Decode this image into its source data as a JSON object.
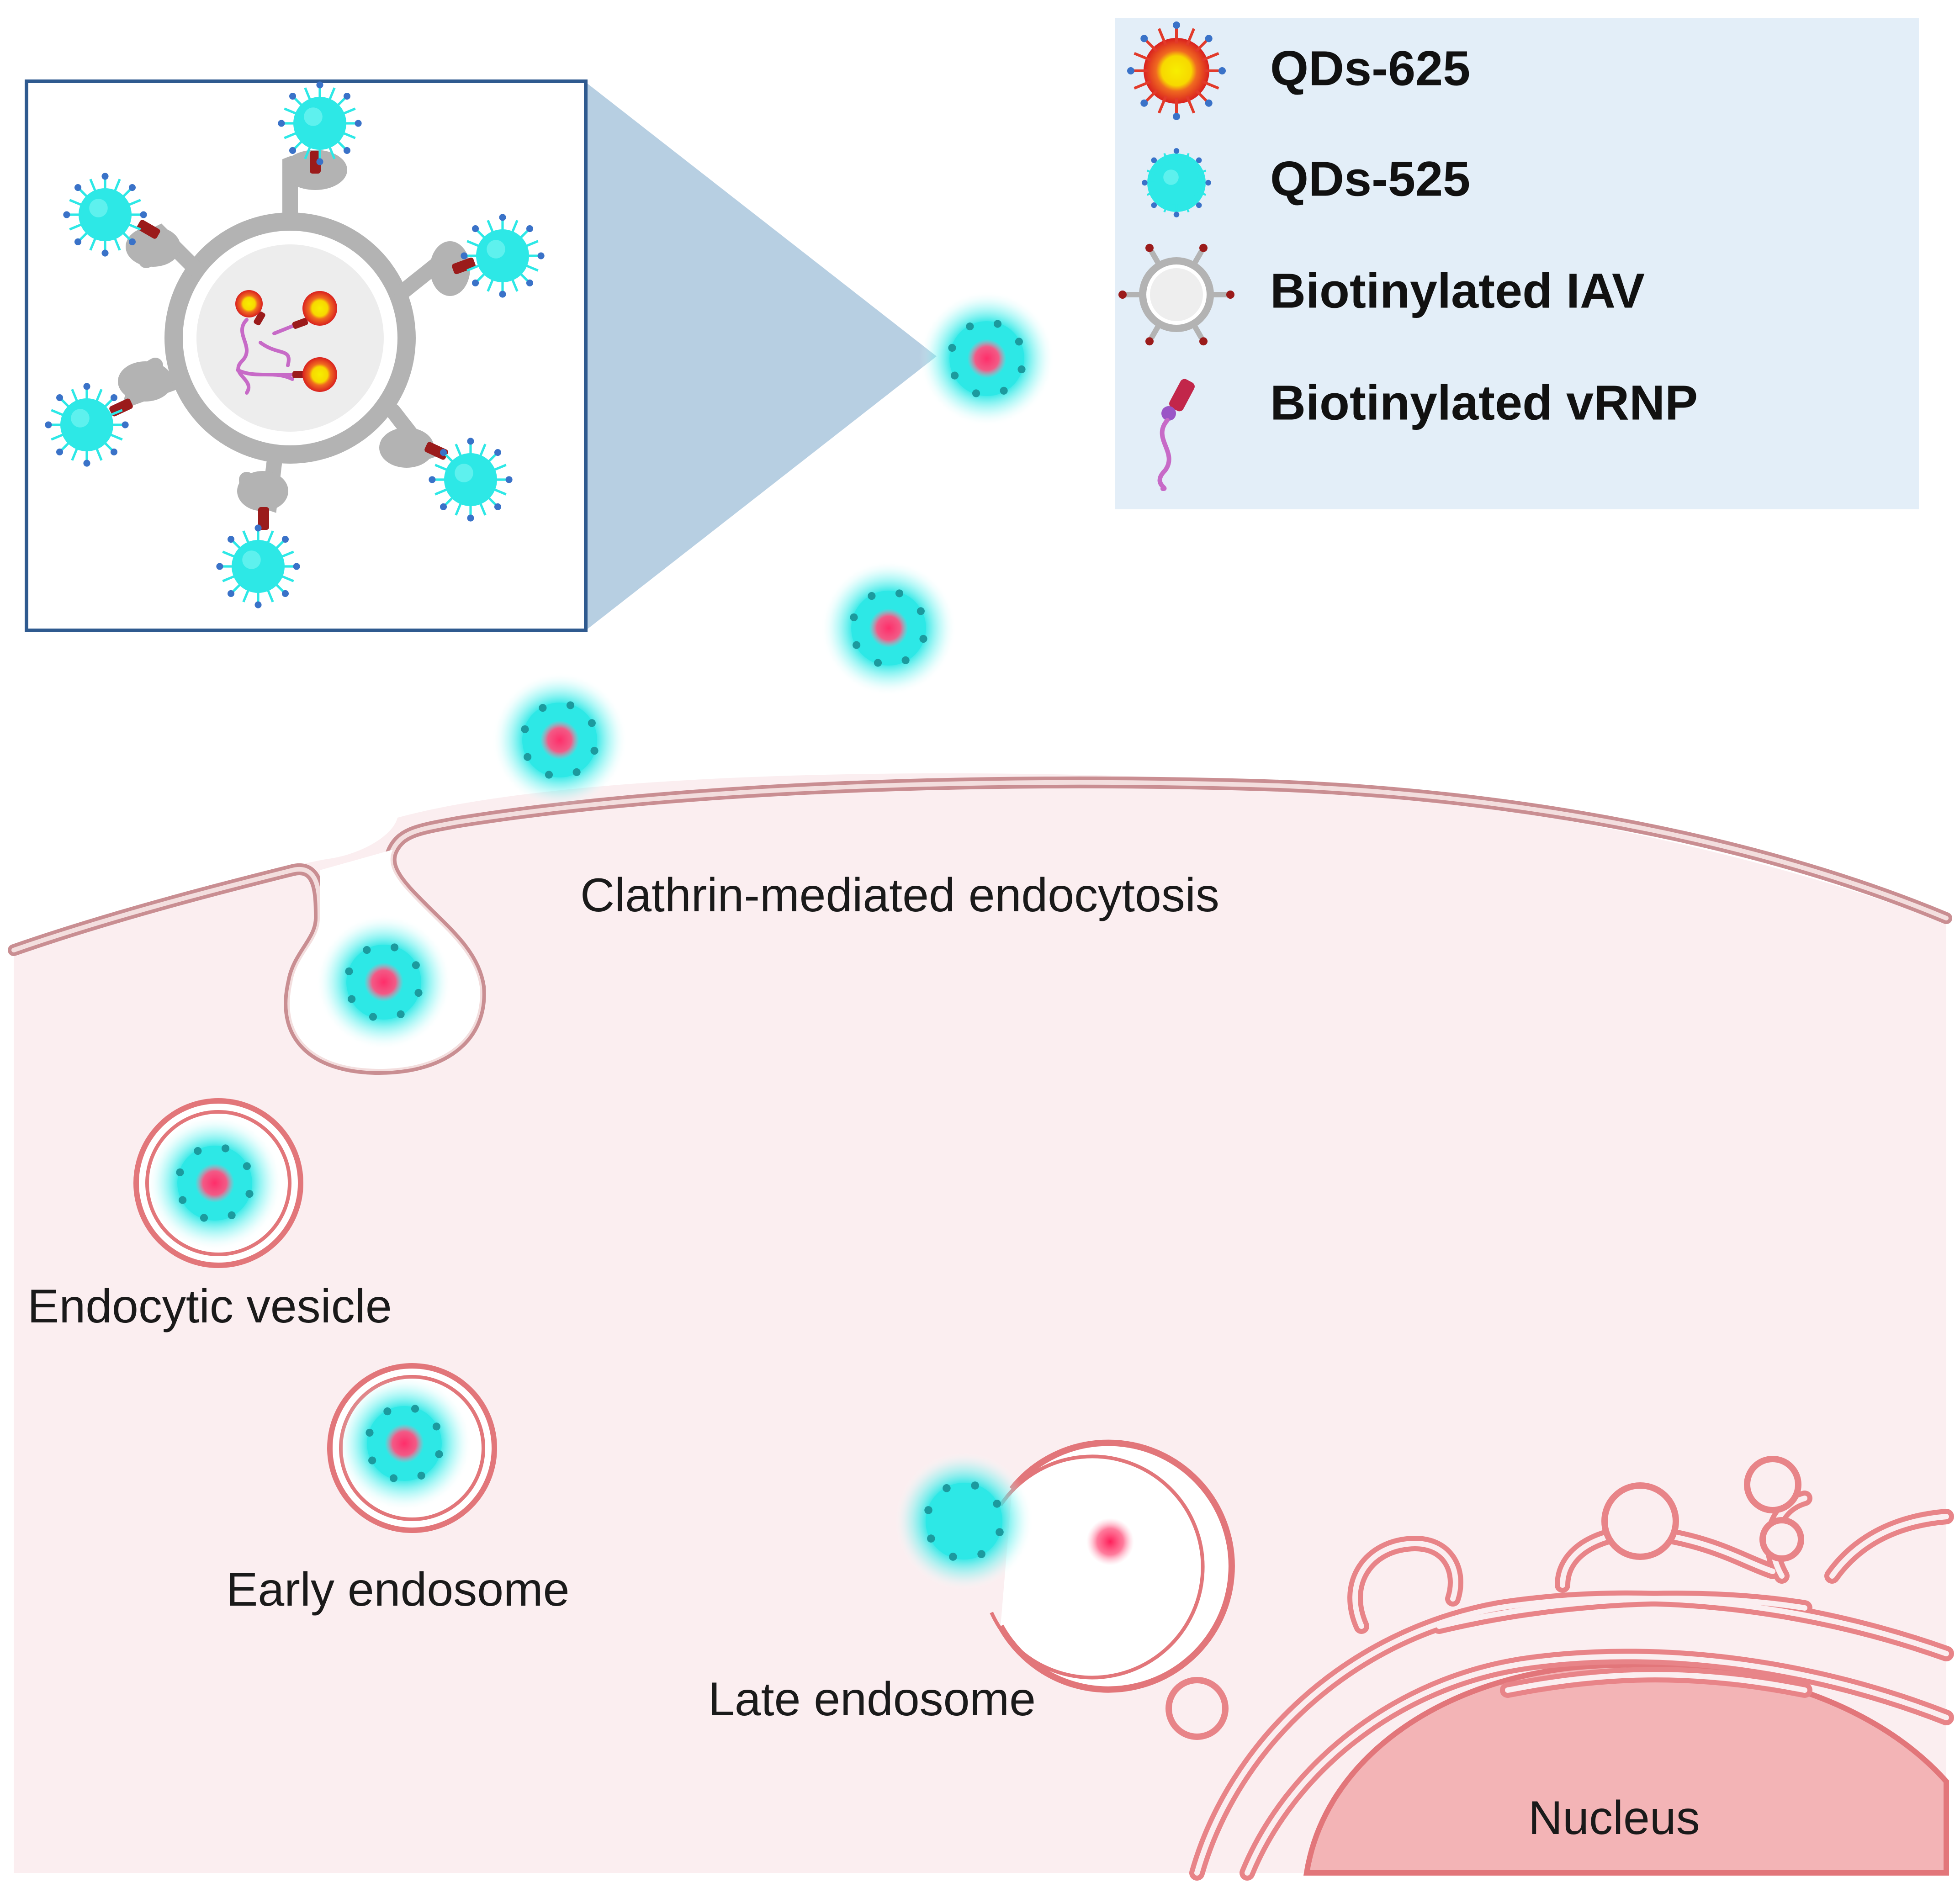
{
  "legend": {
    "items": [
      {
        "key": "qd625",
        "label": "QDs-625",
        "icon": "qd625-icon"
      },
      {
        "key": "qd525",
        "label": "QDs-525",
        "icon": "qd525-icon"
      },
      {
        "key": "iav",
        "label": "Biotinylated IAV",
        "icon": "biotinylated-iav-icon"
      },
      {
        "key": "vrnp",
        "label": "Biotinylated vRNP",
        "icon": "biotinylated-vrnp-icon"
      }
    ]
  },
  "labels": {
    "clathrin": "Clathrin-mediated endocytosis",
    "endocytic_vesicle": "Endocytic vesicle",
    "early_endosome": "Early endosome",
    "late_endosome": "Late endosome",
    "nucleus": "Nucleus"
  },
  "colors": {
    "cytoplasm": "#fbeef0",
    "membrane": "#c98e92",
    "endosome_ring": "#e2767a",
    "qd525": "#2de8e6",
    "qd625_core": "#f5e600",
    "qd625_shell": "#e23a2a",
    "virion_grey": "#b7b7b7",
    "legend_bg": "#e3eef8",
    "zoom_cone": "#b7cfe2",
    "inset_border": "#2f5a8f",
    "nucleus": "#f3b4b6"
  }
}
